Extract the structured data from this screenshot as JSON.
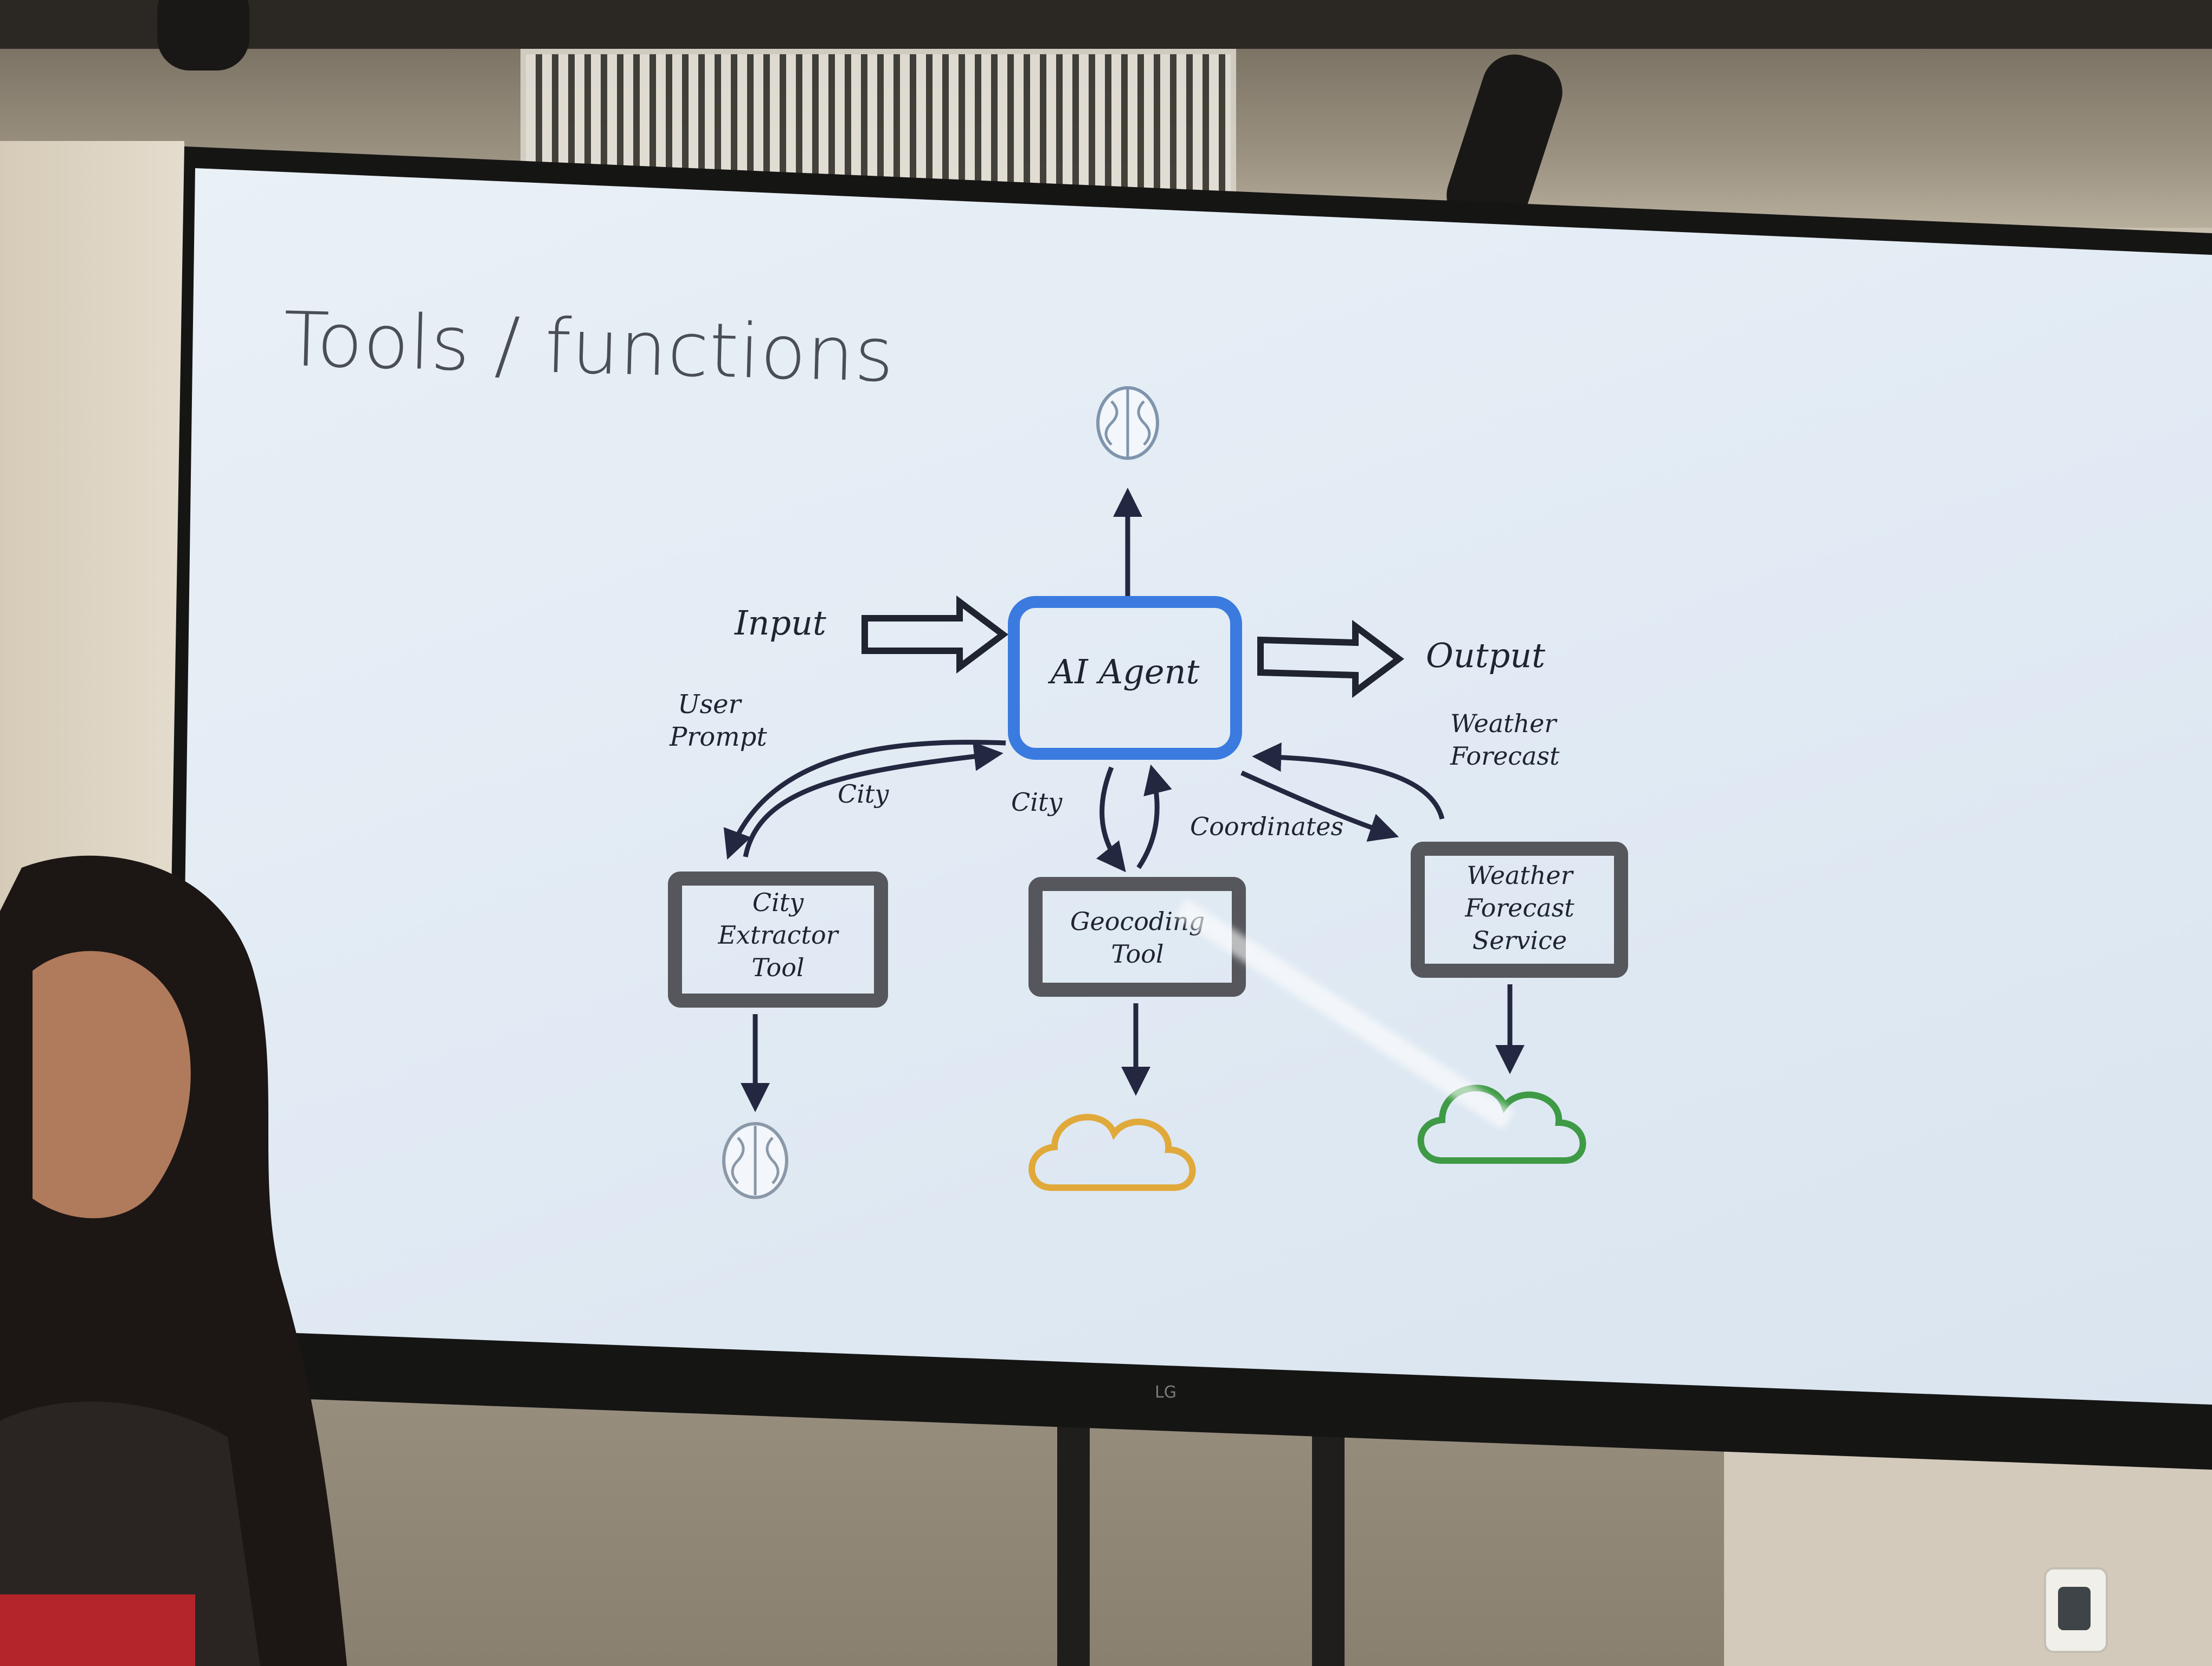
{
  "slide": {
    "title": "Tools / functions",
    "labels": {
      "input": "Input",
      "output": "Output",
      "agent": "AI Agent",
      "user_prompt_1": "User",
      "user_prompt_2": "Prompt",
      "city_left": "City",
      "city_mid": "City",
      "coordinates": "Coordinates",
      "weather_forecast_1": "Weather",
      "weather_forecast_2": "Forecast"
    },
    "tools": {
      "city_extractor": [
        "City",
        "Extractor",
        "Tool"
      ],
      "geocoding": [
        "Geocoding",
        "Tool"
      ],
      "weather_service": [
        "Weather",
        "Forecast",
        "Service"
      ]
    }
  },
  "tv": {
    "brand": "LG"
  },
  "colors": {
    "agent_box": "#3b7be0",
    "tool_box": "#55575c",
    "cloud_orange": "#e0a93a",
    "cloud_green": "#3e9a45",
    "brain": "#7f95ad",
    "arrow": "#232840"
  },
  "icons": [
    "brain-icon",
    "cloud-icon"
  ]
}
